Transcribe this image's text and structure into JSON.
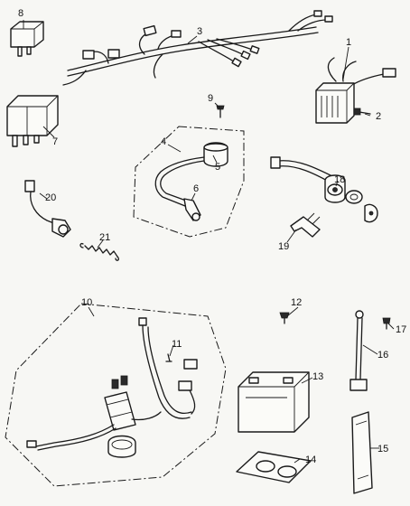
{
  "callouts": {
    "c1": "1",
    "c2": "2",
    "c3": "3",
    "c4": "4",
    "c5": "5",
    "c6": "6",
    "c7": "7",
    "c8": "8",
    "c9": "9",
    "c10": "10",
    "c11": "11",
    "c12": "12",
    "c13": "13",
    "c14": "14",
    "c15": "15",
    "c16": "16",
    "c17": "17",
    "c18": "18",
    "c19": "19",
    "c20": "20",
    "c21": "21"
  },
  "colors": {
    "ink": "#1a1a1a",
    "paper": "#f7f7f4"
  }
}
